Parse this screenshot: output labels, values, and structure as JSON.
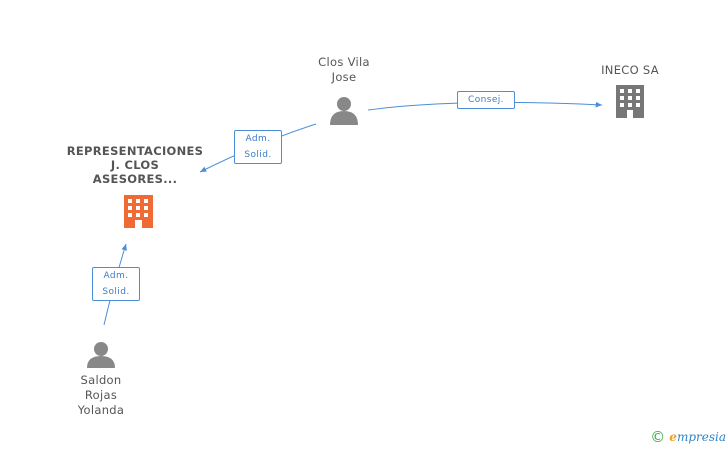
{
  "nodes": {
    "clos_vila_jose": {
      "label": "Clos Vila\nJose",
      "type": "person"
    },
    "ineco_sa": {
      "label": "INECO SA",
      "type": "company"
    },
    "representaciones": {
      "label": "REPRESENTACIONES\nJ.  CLOS\nASESORES...",
      "type": "company-main"
    },
    "saldon": {
      "label": "Saldon\nRojas\nYolanda",
      "type": "person"
    }
  },
  "edges": {
    "consej": {
      "label": "Consej."
    },
    "adm_solid_1": {
      "label": "Adm.\nSolid."
    },
    "adm_solid_2": {
      "label": "Adm.\nSolid."
    }
  },
  "colors": {
    "person": "#888888",
    "company": "#777777",
    "company_main": "#f06a35",
    "edge": "#4a8fd8"
  },
  "footer": {
    "copyright": "©",
    "brand_e": "e",
    "brand_rest": "mpresia"
  }
}
